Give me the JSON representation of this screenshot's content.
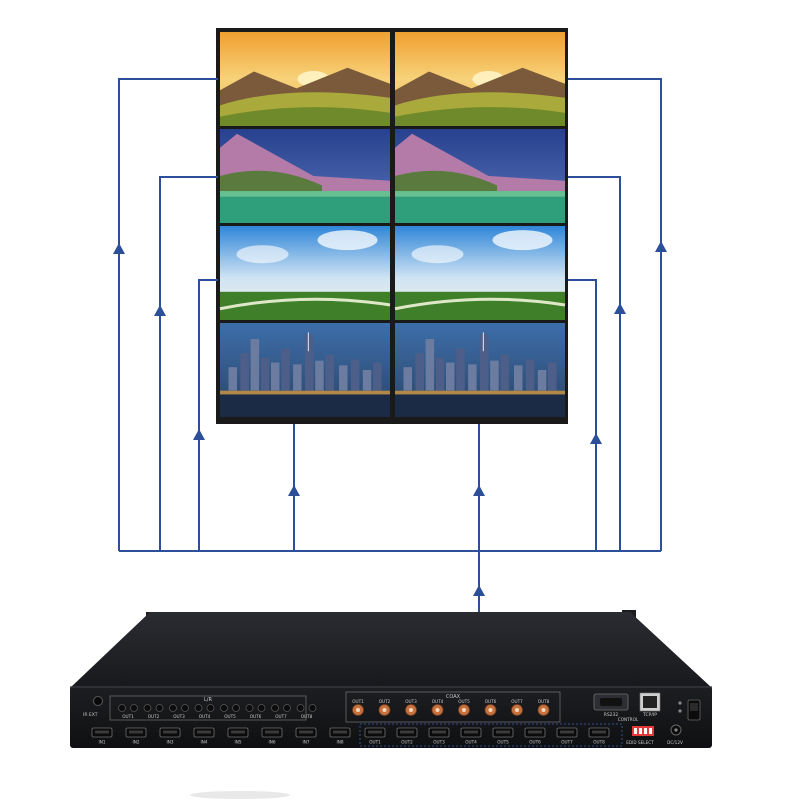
{
  "colors": {
    "signal_line": "#2c4f99",
    "bezel": "#1a1a1a",
    "chassis": "#202226",
    "panel_label": "#c9c9c9",
    "coax_jack": "#c5713f",
    "switch": "#e23a3a"
  },
  "screens": [
    {
      "scene": "mountain-sunset"
    },
    {
      "scene": "mountain-sunset"
    },
    {
      "scene": "lake-forest"
    },
    {
      "scene": "lake-forest"
    },
    {
      "scene": "grassland-sky"
    },
    {
      "scene": "grassland-sky"
    },
    {
      "scene": "city-night"
    },
    {
      "scene": "city-night"
    }
  ],
  "device": {
    "lr_header": "L/R",
    "coax_header": "COAX",
    "lr_outputs": [
      "OUT1",
      "OUT2",
      "OUT3",
      "OUT4",
      "OUT5",
      "OUT6",
      "OUT7",
      "OUT8"
    ],
    "coax_outputs": [
      "OUT1",
      "OUT2",
      "OUT3",
      "OUT4",
      "OUT5",
      "OUT6",
      "OUT7",
      "OUT8"
    ],
    "hdmi_inputs": [
      "IN1",
      "IN2",
      "IN3",
      "IN4",
      "IN5",
      "IN6",
      "IN7",
      "IN8"
    ],
    "hdmi_outputs": [
      "OUT1",
      "OUT2",
      "OUT3",
      "OUT4",
      "OUT5",
      "OUT6",
      "OUT7",
      "OUT8"
    ],
    "ir_label": "IR EXT",
    "rs232_label": "RS232",
    "tcpip_label": "TCP/IP",
    "control_label": "CONTROL",
    "edid_label": "EDID SELECT",
    "power_label": "DC/12V"
  }
}
